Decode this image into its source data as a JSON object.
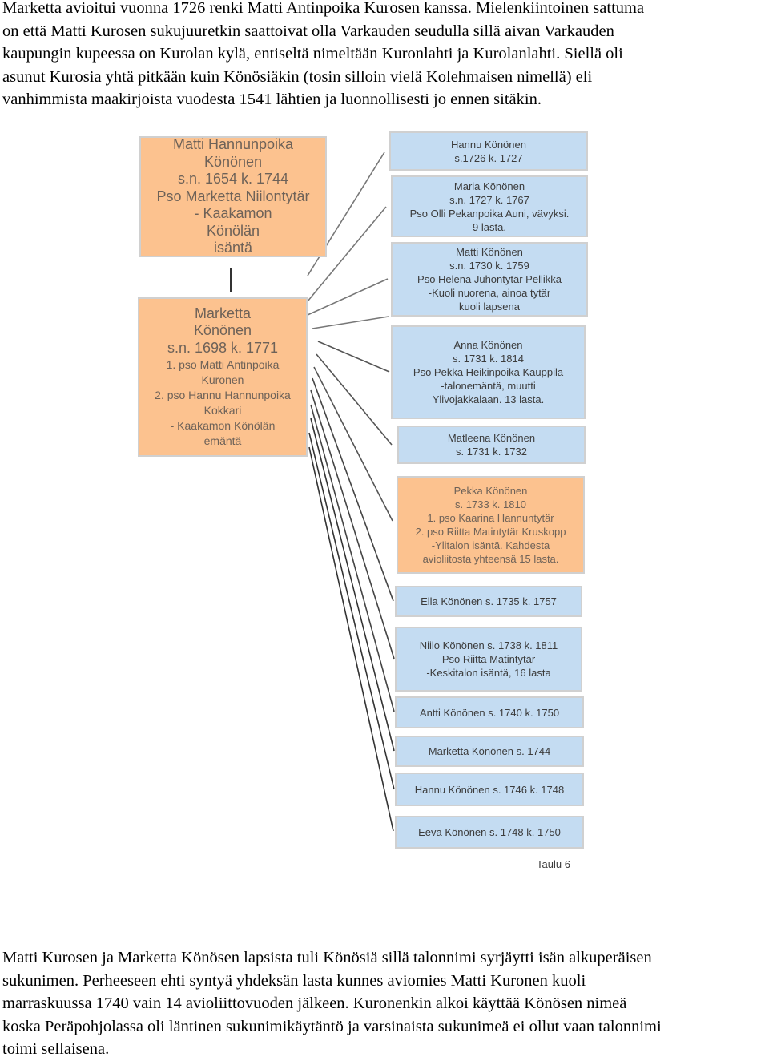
{
  "paragraph_top": [
    "Marketta avioitui vuonna 1726 renki Matti Antinpoika Kurosen kanssa. Mielenkiintoinen sattuma",
    "on että Matti Kurosen sukujuuretkin saattoivat olla Varkauden seudulla sillä aivan Varkauden",
    "kaupungin kupeessa on Kurolan kylä, entiseltä nimeltään Kuronlahti ja Kurolanlahti. Siellä oli",
    "asunut Kurosia yhtä pitkään kuin Könösiäkin (tosin silloin vielä Kolehmaisen nimellä) eli",
    "vanhimmista maakirjoista vuodesta 1541 lähtien ja luonnollisesti jo ennen sitäkin."
  ],
  "chart": {
    "father": {
      "lines": [
        "Matti Hannunpoika",
        "Könönen",
        "s.n. 1654 k. 1744",
        "Pso Marketta Niilontytär",
        "- Kaakamon",
        "Könölän",
        "isäntä"
      ]
    },
    "mother": {
      "lines": [
        "Marketta",
        "Könönen",
        "s.n. 1698 k. 1771",
        "1. pso Matti Antinpoika",
        "Kuronen",
        "2. pso Hannu Hannunpoika",
        "Kokkari",
        "- Kaakamon Könölän",
        "emäntä"
      ]
    },
    "children": [
      {
        "lines": [
          "Hannu Könönen",
          "s.1726 k. 1727"
        ],
        "color": "blue"
      },
      {
        "lines": [
          "Maria Könönen",
          "s.n. 1727 k. 1767",
          "Pso Olli Pekanpoika Auni, vävyksi.",
          "9 lasta."
        ],
        "color": "blue"
      },
      {
        "lines": [
          "Matti Könönen",
          "s.n. 1730 k. 1759",
          "Pso Helena Juhontytär Pellikka",
          "-Kuoli nuorena, ainoa tytär",
          "kuoli lapsena"
        ],
        "color": "blue"
      },
      {
        "lines": [
          "Anna Könönen",
          "s. 1731 k. 1814",
          "Pso Pekka Heikinpoika Kauppila",
          "-talonemäntä, muutti",
          "Ylivojakkalaan. 13 lasta."
        ],
        "color": "blue"
      },
      {
        "lines": [
          "Matleena Könönen",
          "s. 1731 k. 1732"
        ],
        "color": "blue"
      },
      {
        "lines": [
          "Pekka Könönen",
          "s. 1733 k. 1810",
          "1. pso Kaarina Hannuntytär",
          "2. pso Riitta Matintytär Kruskopp",
          "-Ylitalon isäntä. Kahdesta",
          "avioliitosta yhteensä 15 lasta."
        ],
        "color": "orange"
      },
      {
        "lines": [
          "Ella Könönen s. 1735 k. 1757"
        ],
        "color": "blue"
      },
      {
        "lines": [
          "Niilo Könönen s. 1738 k. 1811",
          "Pso Riitta Matintytär",
          "-Keskitalon isäntä, 16 lasta"
        ],
        "color": "blue"
      },
      {
        "lines": [
          "Antti Könönen s. 1740 k. 1750"
        ],
        "color": "blue"
      },
      {
        "lines": [
          "Marketta Könönen s. 1744"
        ],
        "color": "blue"
      },
      {
        "lines": [
          "Hannu Könönen s. 1746 k. 1748"
        ],
        "color": "blue"
      },
      {
        "lines": [
          "Eeva Könönen s. 1748 k. 1750"
        ],
        "color": "blue"
      }
    ],
    "caption": "Taulu 6",
    "colors": {
      "orange": "#fcc28f",
      "blue": "#c4dcf2",
      "line": "#333333"
    }
  },
  "paragraph_bottom": [
    "Matti Kurosen ja Marketta Könösen lapsista tuli Könösiä sillä talonnimi syrjäytti isän alkuperäisen",
    "sukunimen. Perheeseen ehti syntyä yhdeksän lasta kunnes aviomies Matti Kuronen kuoli",
    "marraskuussa 1740 vain 14 avioliittovuoden jälkeen. Kuronenkin alkoi käyttää Könösen nimeä",
    "koska Peräpohjolassa oli läntinen sukunimikäytäntö ja varsinaista sukunimeä ei ollut vaan talonnimi",
    "toimi sellaisena."
  ]
}
